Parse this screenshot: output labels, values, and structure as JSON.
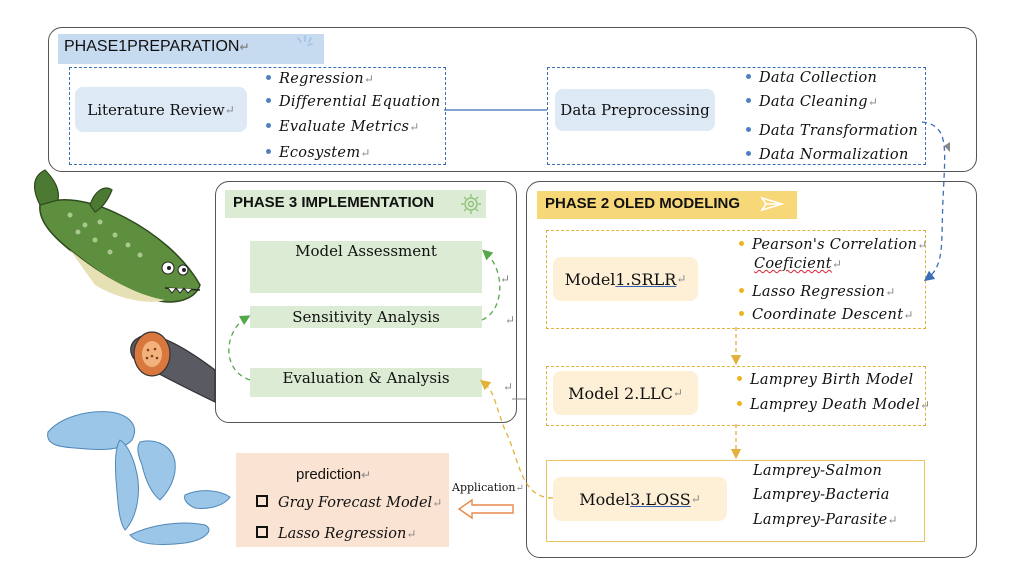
{
  "phase1": {
    "title": "PHASE1PREPARATION",
    "literature_review": "Literature Review",
    "literature_items": [
      "Regression",
      "Differential Equation",
      "Evaluate Metrics",
      "Ecosystem"
    ],
    "data_preprocessing": "Data Preprocessing",
    "data_items": [
      "Data Collection",
      "Data Cleaning",
      "Data Transformation",
      "Data Normalization"
    ]
  },
  "phase2": {
    "title": "PHASE 2 OLED MODELING",
    "model1": {
      "label": "Model ",
      "num": "1.SRLR",
      "items": [
        "Pearson's Correlation",
        "Coeficient",
        "Lasso Regression",
        "Coordinate Descent"
      ]
    },
    "model2": {
      "label": "Model 2.LLC",
      "items": [
        "Lamprey Birth Model",
        "Lamprey Death Model"
      ]
    },
    "model3": {
      "label": "Model ",
      "num": "3.LOSS",
      "items": [
        "Lamprey-Salmon",
        "Lamprey-Bacteria",
        "Lamprey-Parasite"
      ]
    }
  },
  "phase3": {
    "title": "PHASE 3 IMPLEMENTATION",
    "model_assessment": "Model Assessment",
    "sensitivity_analysis": "Sensitivity Analysis",
    "evaluation_analysis": "Evaluation & Analysis"
  },
  "prediction": {
    "title": "prediction",
    "items": [
      "Gray Forecast Model",
      "Lasso Regression"
    ],
    "application_label": "Application"
  },
  "colors": {
    "phase1_title_bg": "#c6daf0",
    "phase2_title_bg": "#f7d879",
    "phase3_title_bg": "#dcebd3",
    "prediction_bg": "#fbe3d3",
    "blue_accent": "#3b6fb6",
    "yellow_accent": "#e2b23a",
    "green_accent": "#55a84a"
  }
}
